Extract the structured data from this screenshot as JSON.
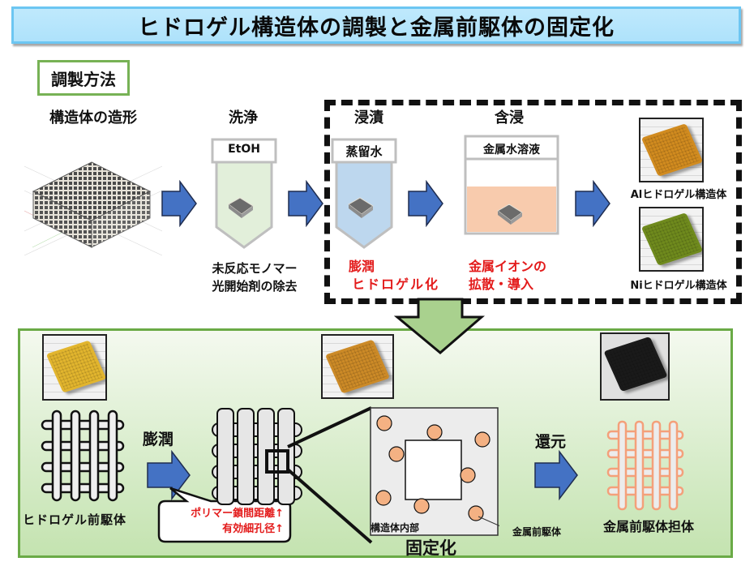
{
  "title": "ヒドロゲル構造体の調製と金属前駆体の固定化",
  "method_label": "調製方法",
  "steps": [
    {
      "heading": "構造体の造形"
    },
    {
      "heading": "洗浄",
      "container_label": "EtOH",
      "note": [
        "未反応モノマー",
        "光開始剤の除去"
      ]
    },
    {
      "heading": "浸漬",
      "container_label": "蒸留水",
      "note_red": [
        "膨潤",
        "ヒドロゲル化"
      ]
    },
    {
      "heading": "含浸",
      "container_label": "金属水溶液",
      "note_red": [
        "金属イオンの",
        "拡散・導入"
      ]
    }
  ],
  "results": [
    {
      "label": "Alヒドロゲル構造体",
      "color": "#d18b1f"
    },
    {
      "label": "Niヒドロゲル構造体",
      "color": "#6f8a1d"
    }
  ],
  "fixation": {
    "precursor_label": "ヒドロゲル前駆体",
    "swelling_label": "膨潤",
    "callout": [
      "ポリマー鎖間距離↑",
      "有効細孔径↑"
    ],
    "interior_label": "構造体内部",
    "particle_label": "金属前駆体",
    "fixation_label": "固定化",
    "reduction_label": "還元",
    "supported_label": "金属前駆体担体"
  },
  "colors": {
    "arrow_blue": "#4472c4",
    "arrow_green": "#a9d18e",
    "red_text": "#e31b1b",
    "ethanol_fill": "#e2efda",
    "water_fill": "#bdd7ee",
    "metal_solution_fill": "#f8cbad",
    "particle_fill": "#f4b183"
  }
}
